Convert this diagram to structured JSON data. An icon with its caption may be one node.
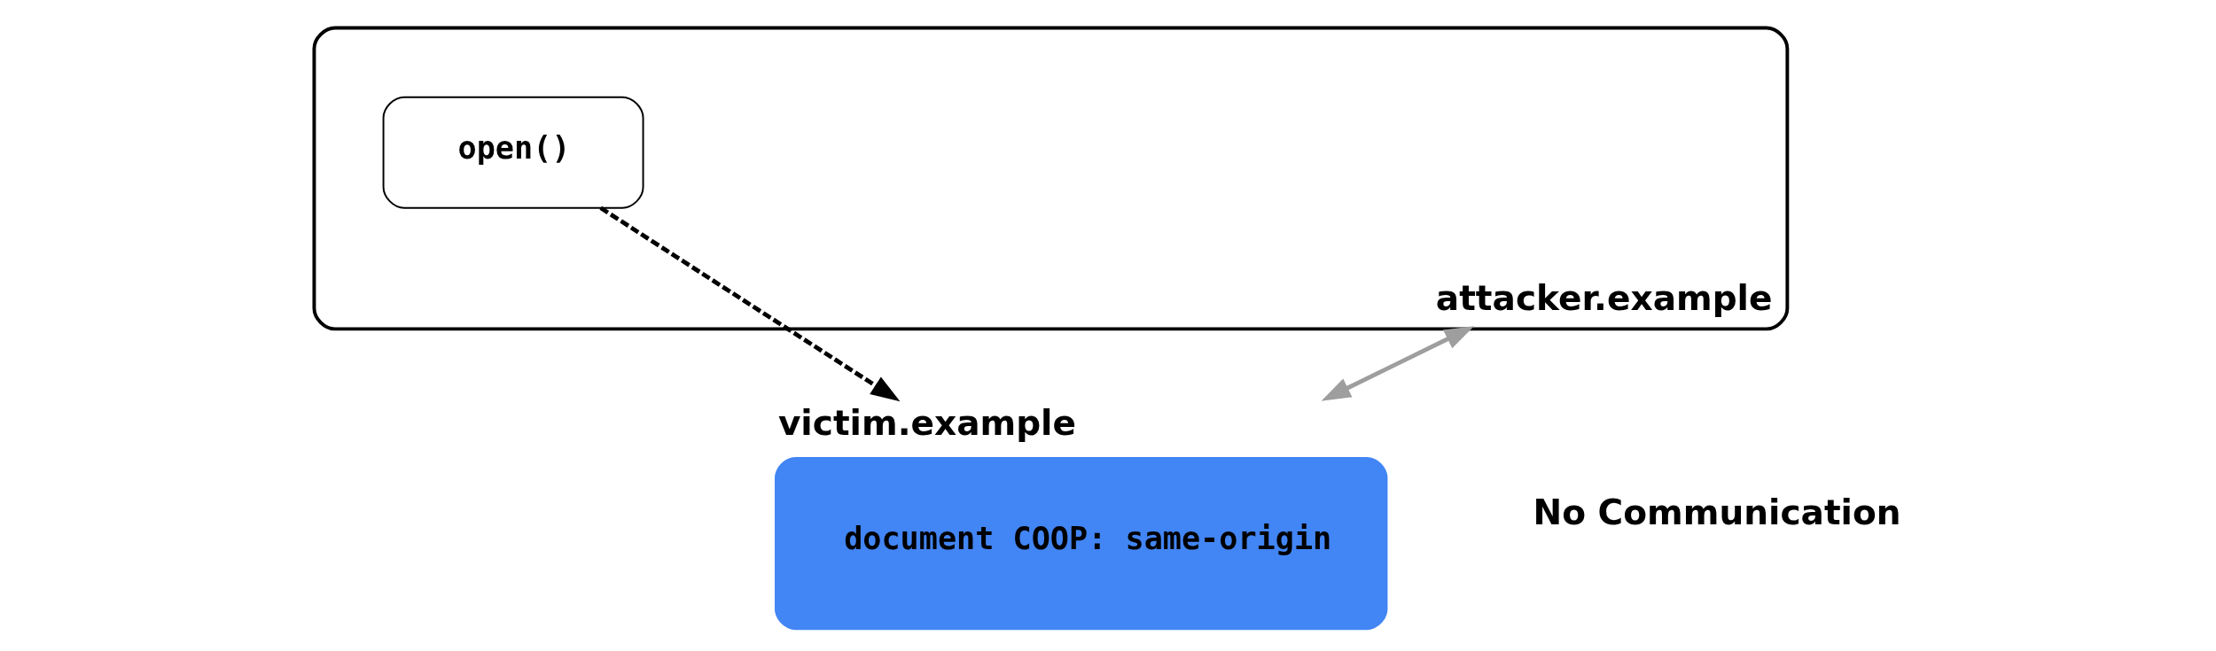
{
  "diagram": {
    "nodes": [
      {
        "text": [
          "victim.example",
          "document COOP: same-origin"
        ]
      },
      {
        "text": [
          "attacker.example"
        ]
      },
      {
        "text": [
          "open()"
        ],
        "in": 1
      }
    ],
    "edges": [
      {
        "from": 2,
        "to": 0,
        "arrow": "to",
        "style": "dashed"
      },
      {
        "from": 0,
        "to": 1,
        "arrow": "both",
        "color": "#9e9e9e"
      }
    ],
    "labels": [
      "No Communication"
    ]
  }
}
